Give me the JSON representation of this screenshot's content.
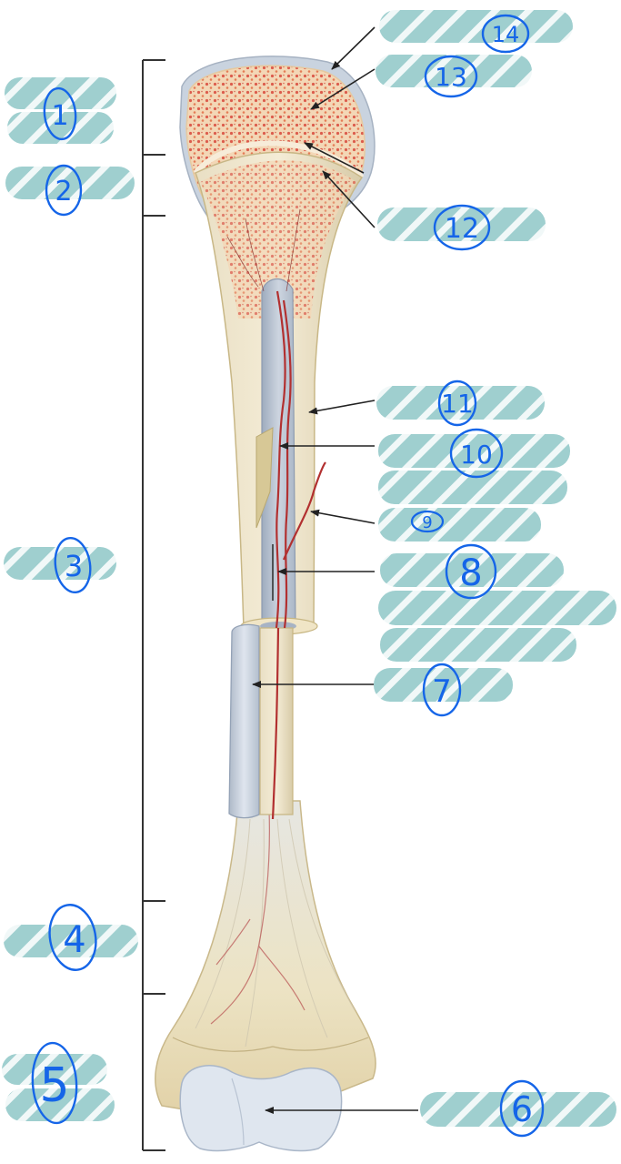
{
  "labels": [
    {
      "id": "1",
      "text": "1"
    },
    {
      "id": "2",
      "text": "2"
    },
    {
      "id": "3",
      "text": "3"
    },
    {
      "id": "4",
      "text": "4"
    },
    {
      "id": "5",
      "text": "5"
    },
    {
      "id": "6",
      "text": "6"
    },
    {
      "id": "7",
      "text": "7"
    },
    {
      "id": "8",
      "text": "8"
    },
    {
      "id": "9",
      "text": "9"
    },
    {
      "id": "10",
      "text": "10"
    },
    {
      "id": "11",
      "text": "11"
    },
    {
      "id": "12",
      "text": "12"
    },
    {
      "id": "13",
      "text": "13"
    },
    {
      "id": "14",
      "text": "14"
    }
  ],
  "colors": {
    "label_box": "#9fcfcf",
    "label_hatch": "#ffffff",
    "handwriting": "#1565e8",
    "bone_surface": "#efe6cf",
    "spongy_bone": "#f0c9a6",
    "red_marrow_dots": "#d9473a",
    "periosteum": "#c9d3df",
    "medullary_cavity": "#b9c4d1",
    "cartilage": "#dfe6ef",
    "artery": "#b23030",
    "bracket": "#333333",
    "leader_line": "#222222"
  }
}
